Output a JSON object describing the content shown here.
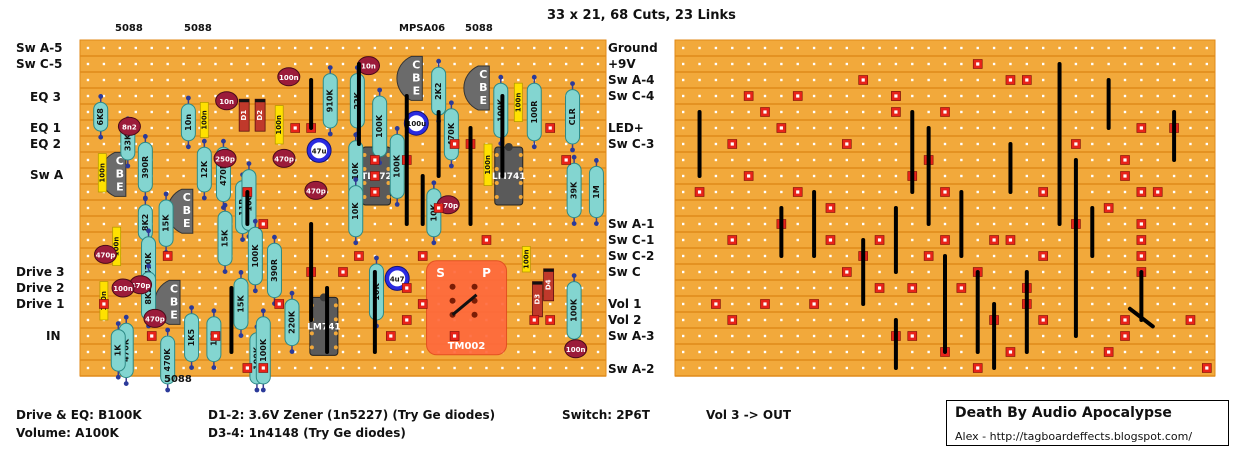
{
  "title": "33 x 21, 68 Cuts, 23 Links",
  "chip_labels_top": [
    "5088",
    "5088",
    "MPSA06",
    "5088"
  ],
  "chip_label_bottom": "5088",
  "left_labels": [
    "Sw A-5",
    "Sw C-5",
    "EQ 3",
    "EQ 1",
    "EQ 2",
    "Sw A",
    "Drive 3",
    "Drive 2",
    "Drive 1",
    "IN"
  ],
  "right_labels": [
    "Ground",
    "+9V",
    "Sw A-4",
    "Sw C-4",
    "LED+",
    "Sw C-3",
    "Sw A-1",
    "Sw C-1",
    "Sw C-2",
    "Sw C",
    "Vol 1",
    "Vol 2",
    "Sw A-3",
    "Sw A-2"
  ],
  "footer": {
    "pots_1": "Drive & EQ: B100K",
    "pots_2": "Volume: A100K",
    "diodes_1": "D1-2: 3.6V Zener (1n5227) (Try Ge diodes)",
    "diodes_2": "D3-4: 1n4148 (Try Ge diodes)",
    "switch": "Switch: 2P6T",
    "vol3": "Vol 3 -> OUT"
  },
  "credit": {
    "title": "Death By Audio Apocalypse",
    "author": "Alex - http://tagboardeffects.blogspot.com/"
  },
  "board": {
    "columns": 33,
    "rows": 21,
    "strip_color": "#f2a93b",
    "strip_line_color": "#e08a1a",
    "hole_color": "#ffffff",
    "cut_color": "#e8231a",
    "link_color": "#000000"
  },
  "ics": [
    {
      "name": "TL072"
    },
    {
      "name": "LM741"
    },
    {
      "name": "LM741"
    }
  ],
  "switch_part": {
    "name": "TM002",
    "left": "S",
    "right": "P"
  },
  "resistors": [
    "6K8",
    "33K",
    "390R",
    "8K2",
    "15K",
    "470K",
    "8K2",
    "10n",
    "12K",
    "470K",
    "11R",
    "15K",
    "100K",
    "100K",
    "390R",
    "15K",
    "470K",
    "220K",
    "100K",
    "1K5",
    "1M",
    "1K",
    "470K",
    "910K",
    "22K",
    "100K",
    "10K",
    "100K",
    "10K",
    "2K2",
    "470K",
    "10K",
    "100K",
    "100R",
    "CLR",
    "39K",
    "1M",
    "10K",
    "100K",
    "100K"
  ],
  "caps_blue": [
    "47u",
    "100u",
    "4u7"
  ],
  "caps_red": [
    "8n2",
    "470p",
    "250p",
    "470p",
    "470p",
    "470p",
    "470p",
    "470p",
    "10n",
    "10n",
    "100n",
    "100n",
    "100n"
  ],
  "transistor_marks": [
    "C",
    "B",
    "E"
  ],
  "diodes": [
    "D1",
    "D2",
    "D3",
    "D4"
  ]
}
